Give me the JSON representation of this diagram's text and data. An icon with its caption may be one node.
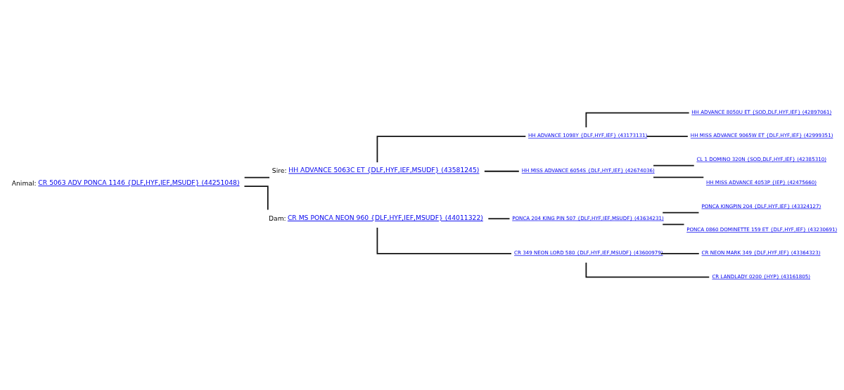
{
  "diagram": {
    "nodes": [
      {
        "text": [
          "HH ADVANCE 8050U ET {SOD,DLF,HYF,IEF} (42897061)"
        ]
      },
      {
        "text": [
          "HH ADVANCE 1098Y {DLF,HYF,IEF} (43173131)"
        ]
      },
      {
        "text": [
          "HH MISS ADVANCE 9065W ET {DLF,HYF,IEF} (42999351)"
        ]
      },
      {
        "text": [
          "Sire:",
          "HH ADVANCE 5063C ET {DLF,HYF,IEF,MSUDF} (43581245)"
        ]
      },
      {
        "text": [
          "CL 1 DOMINO 320N {SOD,DLF,HYF,IEF} (42385310)"
        ]
      },
      {
        "text": [
          "HH MISS ADVANCE 6054S {DLF,HYF,IEF} (42674036)"
        ]
      },
      {
        "text": [
          "HH MISS ADVANCE 4053P {IEP} (42475660)"
        ]
      },
      {
        "text": [
          "Animal:",
          "CR 5063 ADV PONCA 1146 {DLF,HYF,IEF,MSUDF} (44251048)"
        ]
      },
      {
        "text": [
          "PONCA KINGPIN 204 {DLF,HYF,IEF} (43324127)"
        ]
      },
      {
        "text": [
          "PONCA 204 KING PIN 507 {DLF,HYF,IEF,MSUDF} (43634231)"
        ]
      },
      {
        "text": [
          "PONCA 0860 DOMINETTE 159 ET {DLF,HYF,IEF} (43230691)"
        ]
      },
      {
        "text": [
          "Dam:",
          "CR MS PONCA NEON 960 {DLF,HYF,IEF,MSUDF} (44011322)"
        ]
      },
      {
        "text": [
          "CR NEON MARK 349 {DLF,HYF,IEF} (43364323)"
        ]
      },
      {
        "text": [
          "CR 349 NEON LORD 580 {DLF,HYF,IEF,MSUDF} (43600979)"
        ]
      },
      {
        "text": [
          "CR LANDLADY 0200 {HYP} (43161805)"
        ]
      }
    ],
    "edges": [
      {
        "from": 7,
        "to": 3,
        "arrow": "none"
      },
      {
        "from": 7,
        "to": 11,
        "arrow": "none"
      },
      {
        "from": 3,
        "to": 1,
        "arrow": "none"
      },
      {
        "from": 3,
        "to": 5,
        "arrow": "none"
      },
      {
        "from": 1,
        "to": 0,
        "arrow": "none"
      },
      {
        "from": 1,
        "to": 2,
        "arrow": "none"
      },
      {
        "from": 5,
        "to": 4,
        "arrow": "none"
      },
      {
        "from": 5,
        "to": 6,
        "arrow": "none"
      },
      {
        "from": 11,
        "to": 9,
        "arrow": "none"
      },
      {
        "from": 11,
        "to": 13,
        "arrow": "none"
      },
      {
        "from": 9,
        "to": 8,
        "arrow": "none"
      },
      {
        "from": 9,
        "to": 10,
        "arrow": "none"
      },
      {
        "from": 13,
        "to": 12,
        "arrow": "none"
      },
      {
        "from": 13,
        "to": 14,
        "arrow": "none"
      }
    ]
  }
}
